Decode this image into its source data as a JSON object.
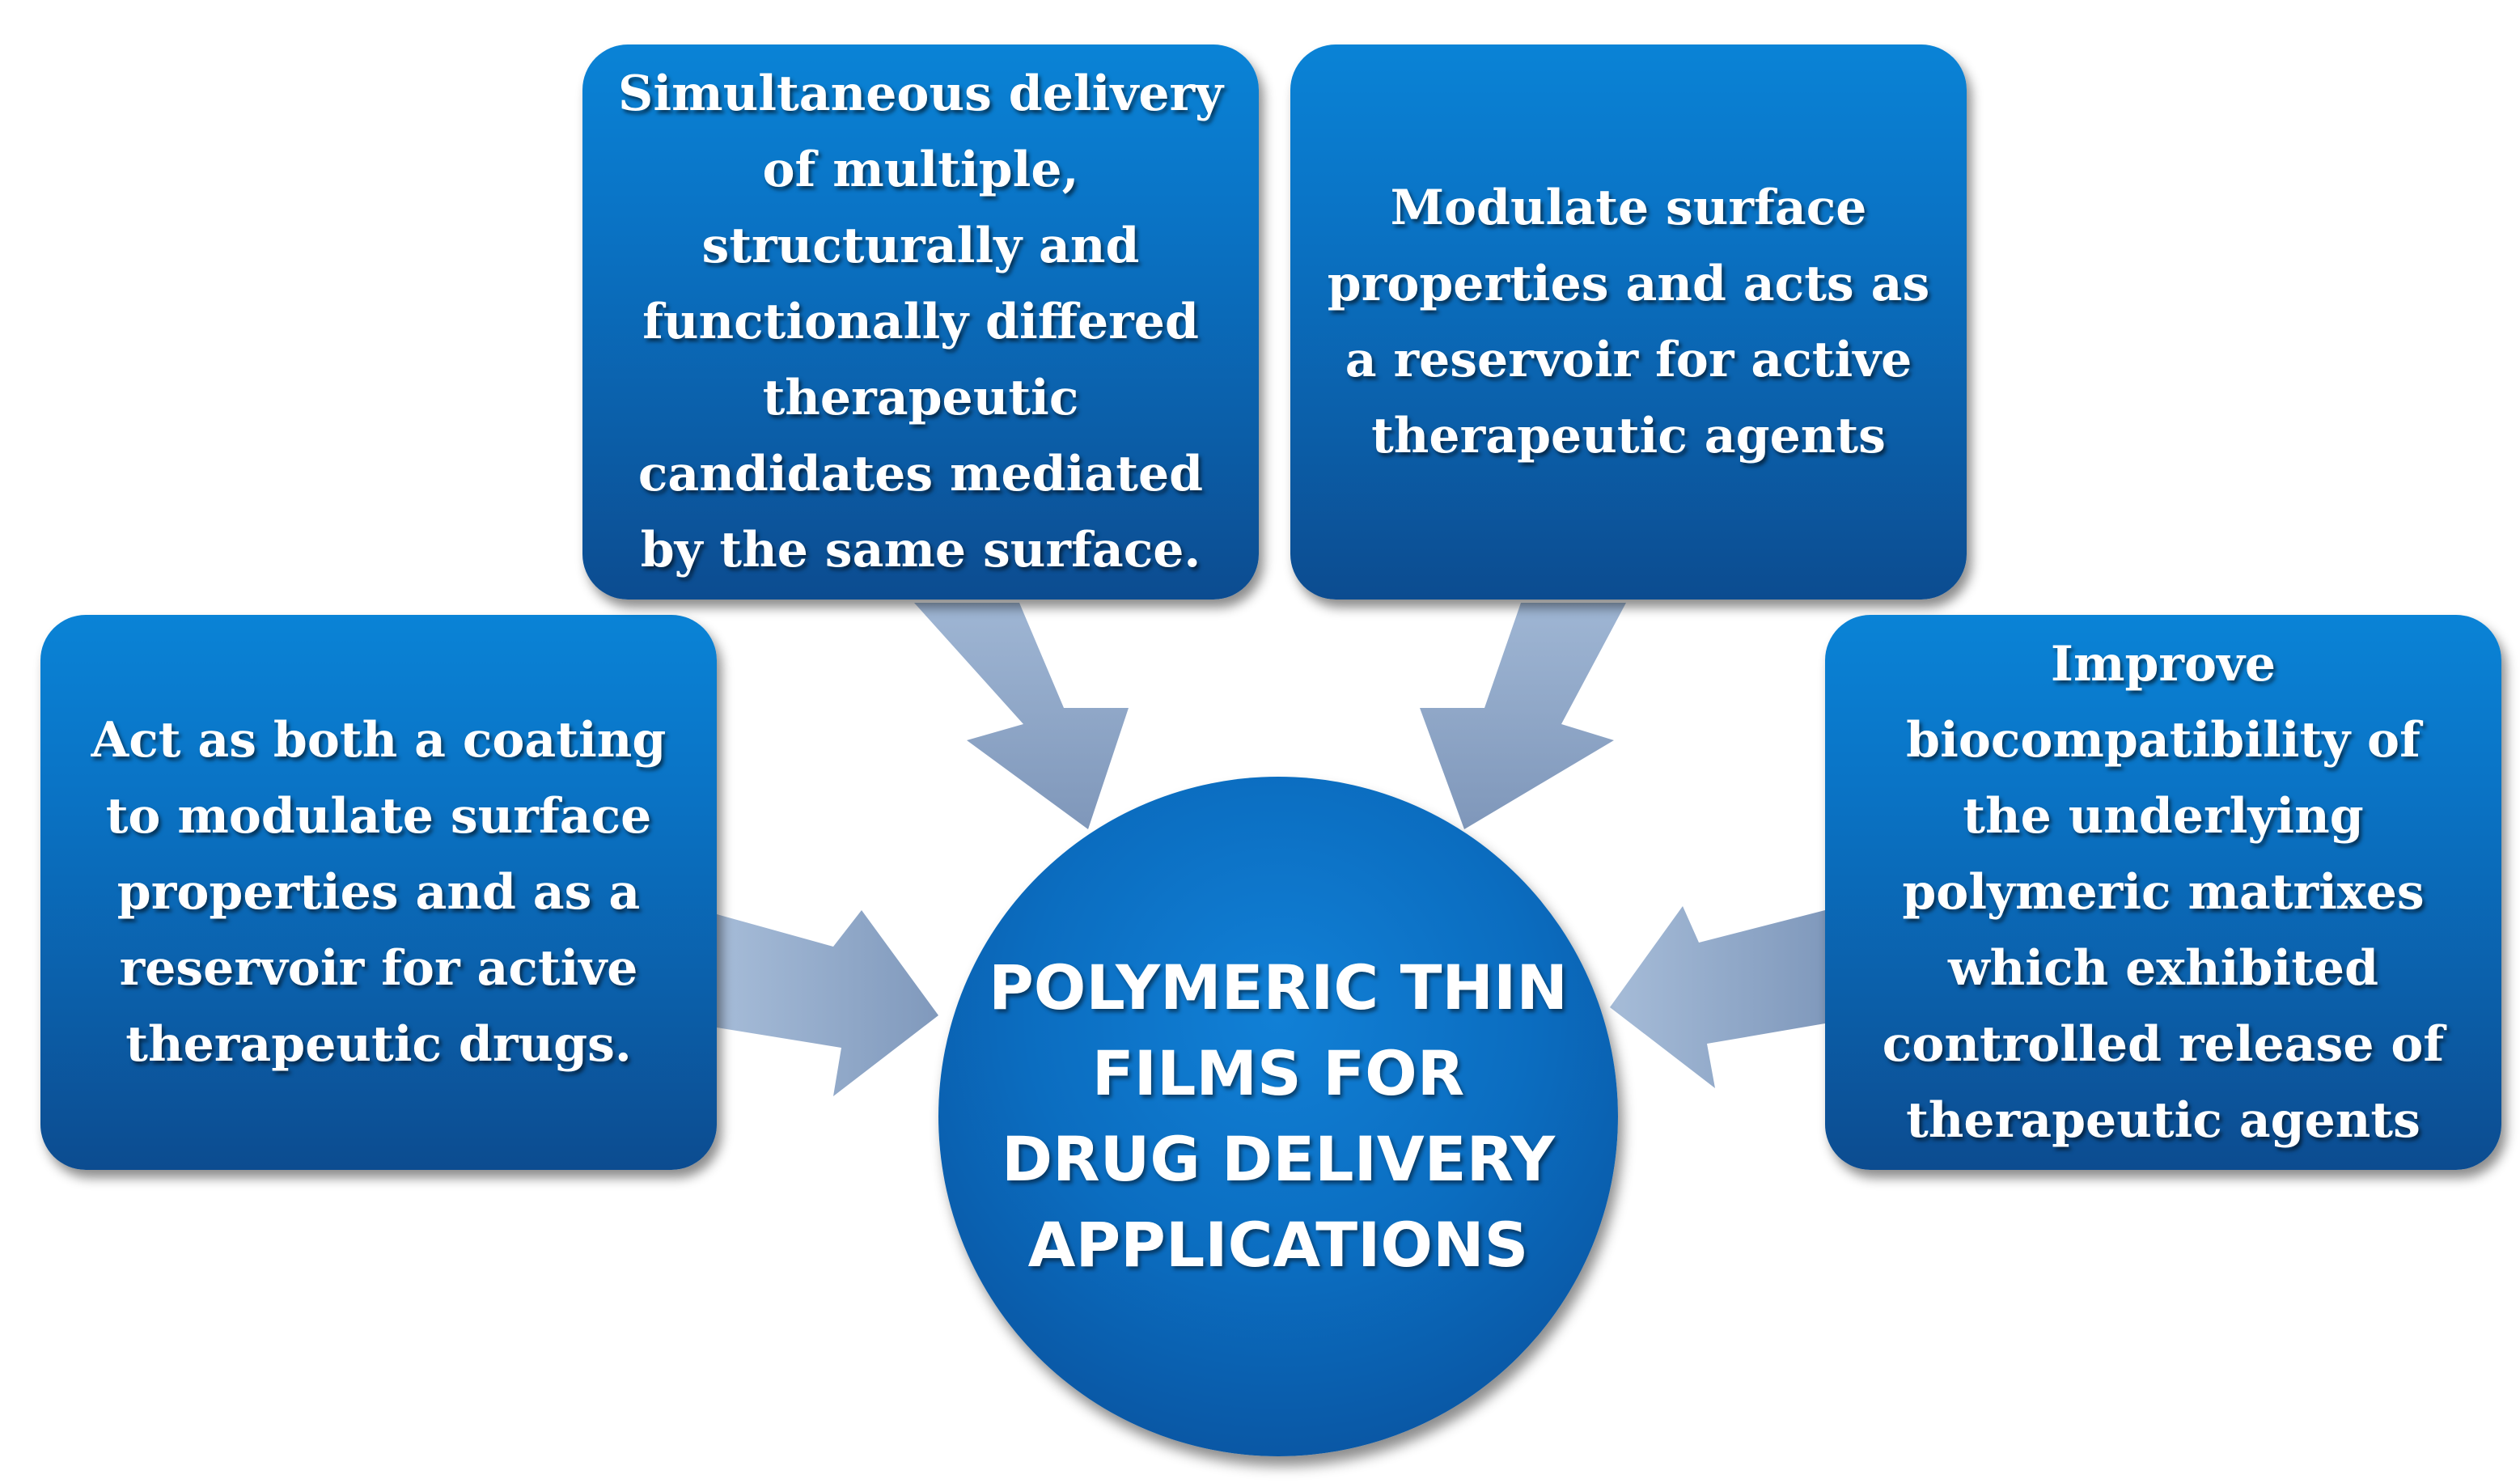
{
  "center": {
    "title": "POLYMERIC THIN FILMS FOR DRUG DELIVERY APPLICATIONS"
  },
  "boxes": {
    "left": "Act as both a coating to modulate surface properties and as a reservoir for active therapeutic drugs.",
    "top_left": "Simultaneous delivery of multiple, structurally and functionally differed therapeutic candidates mediated by the same surface.",
    "top_right": "Modulate surface properties and acts as a reservoir for active therapeutic agents",
    "right": "Improve biocompatibility of the underlying polymeric matrixes which exhibited controlled release of therapeutic agents"
  },
  "colors": {
    "box_fill": "#0b6cc0",
    "arrow_fill": "#8fa7c8",
    "text": "#ffffff"
  }
}
